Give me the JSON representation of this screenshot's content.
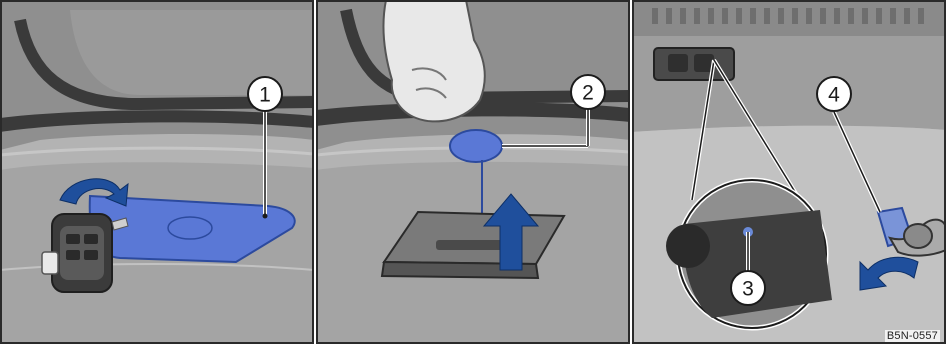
{
  "callouts": {
    "c1": "1",
    "c2": "2",
    "c3": "3",
    "c4": "4"
  },
  "reference_code": "B5N-0557",
  "colors": {
    "highlight_blue": "#5a78d6",
    "arrow_blue": "#1f4f9c",
    "callout_fill": "#ffffff",
    "callout_stroke": "#1b1b1b",
    "panel_bg": "#a9a9a9",
    "trim_dark": "#3a3a3a"
  },
  "icons": {
    "panel1": [
      "rotate-arrow-icon",
      "car-key-icon",
      "cover-plate-highlight"
    ],
    "panel2": [
      "hand-icon",
      "lift-arrow-icon",
      "towbar-socket-icon"
    ],
    "panel3": [
      "detail-magnifier-icon",
      "tow-hook-icon",
      "screw-in-arrow-icon"
    ]
  }
}
